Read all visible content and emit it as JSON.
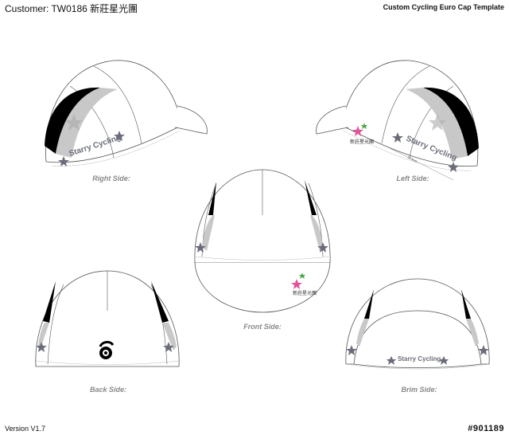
{
  "header": {
    "customer_label": "Customer: TW0186 新莊星光團",
    "template_title": "Custom Cycling Euro Cap Template"
  },
  "views": {
    "right_side": {
      "caption": "Right Side:",
      "logo_text": "Starry Cycling"
    },
    "left_side": {
      "caption": "Left Side:",
      "logo_text": "Starry Cycling",
      "measure_text": "12.5cm",
      "badge_text": "新莊星光團"
    },
    "front_side": {
      "caption": "Front Side:",
      "badge_text": "新莊星光團"
    },
    "back_side": {
      "caption": "Back Side:"
    },
    "brim_side": {
      "caption": "Brim Side:",
      "logo_text": "Starry Cycling"
    }
  },
  "footer": {
    "version": "Version V1.7",
    "code": "#901189"
  },
  "colors": {
    "panel_black": "#000000",
    "panel_grey": "#c8c8c8",
    "logo_grey": "#6b6e7a",
    "outline": "#555555",
    "badge_pink": "#e0559a",
    "badge_green": "#4aa84a"
  }
}
